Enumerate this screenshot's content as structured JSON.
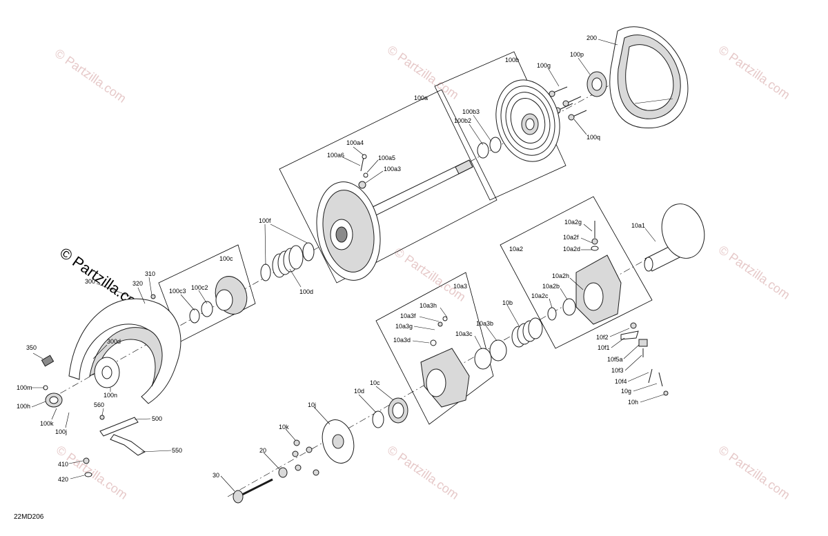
{
  "diagram": {
    "drawing_code": "22MD206",
    "watermark_small": "© Partzilla.com",
    "watermark_large": "© Partzilla.com",
    "callouts": [
      "200",
      "100b",
      "100g",
      "100p",
      "100q",
      "100a",
      "100b3",
      "100b2",
      "100a4",
      "100a6",
      "100a5",
      "100a3",
      "100f",
      "100c",
      "100d",
      "100c3",
      "100c2",
      "310",
      "320",
      "300",
      "300d",
      "350",
      "100m",
      "100h",
      "100k",
      "100j",
      "100n",
      "560",
      "500",
      "550",
      "410",
      "420",
      "30",
      "20",
      "10k",
      "10j",
      "10d",
      "10c",
      "10a3",
      "10a3h",
      "10a3f",
      "10a3g",
      "10a3d",
      "10a3c",
      "10a3b",
      "10b",
      "10a2",
      "10a2c",
      "10a2b",
      "10a2h",
      "10a2g",
      "10a2f",
      "10a2d",
      "10a1",
      "10f2",
      "10f1",
      "10f5a",
      "10f3",
      "10f4",
      "10g",
      "10h"
    ]
  }
}
